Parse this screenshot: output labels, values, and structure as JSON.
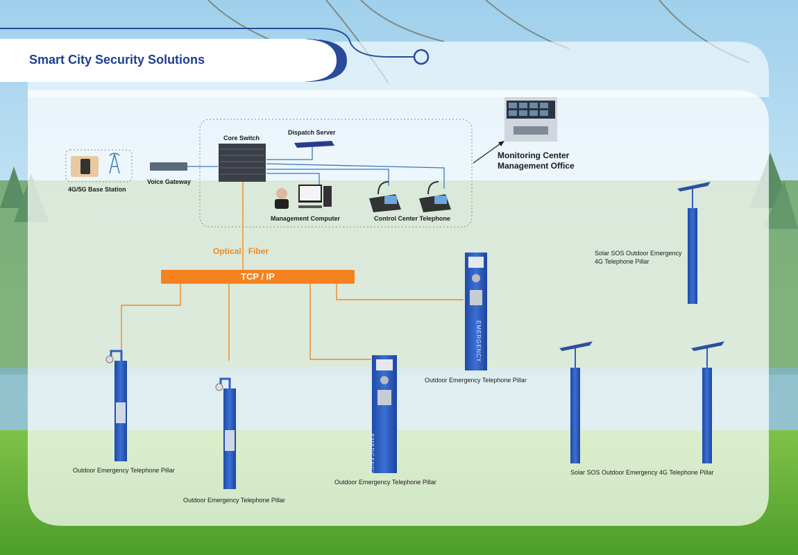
{
  "header": {
    "title": "Smart City Security Solutions"
  },
  "network": {
    "base_station": "4G/5G Base Station",
    "voice_gateway": "Voice Gateway",
    "core_switch": "Core Switch",
    "dispatch_server": "Dispatch Server",
    "management_computer": "Management Computer",
    "control_telephone": "Control Center Telephone",
    "monitoring_line1": "Monitoring Center",
    "monitoring_line2": "Management Office",
    "optical": "Optical",
    "fiber": "Fiber",
    "tcp_ip": "TCP / IP"
  },
  "devices": {
    "pillar_1": "Outdoor Emergency Telephone Pillar",
    "pillar_2": "Outdoor Emergency Telephone Pillar",
    "pillar_3": "Outdoor Emergency Telephone Pillar",
    "pillar_4": "Outdoor Emergency Telephone Pillar",
    "solar_top_line1": "Solar SOS Outdoor Emergency",
    "solar_top_line2": "4G Telephone Pillar",
    "solar_bottom": "Solar SOS Outdoor Emergency 4G Telephone Pillar",
    "emergency_text": "EMERGENCY"
  },
  "colors": {
    "accent_blue": "#1f3f8f",
    "pillar_blue": "#2f5fc0",
    "fiber_orange": "#f5821f",
    "network_line_blue": "#3a78b8"
  }
}
